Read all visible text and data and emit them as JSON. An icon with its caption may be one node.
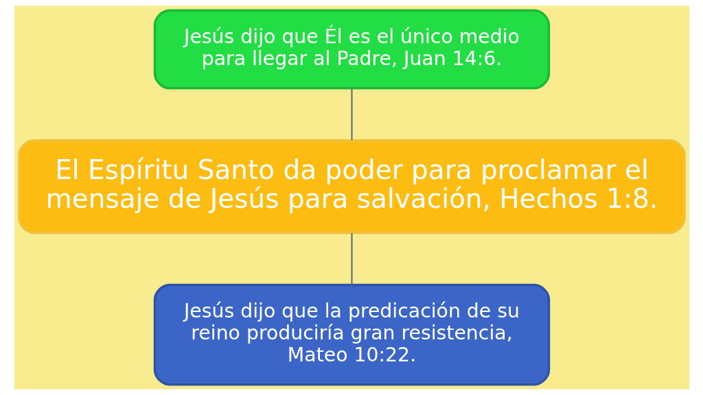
{
  "diagram": {
    "nodes": [
      {
        "text": [
          "Jesús dijo que Él es el único medio para llegar al Padre, Juan 14:6."
        ]
      },
      {
        "text": [
          "El Espíritu Santo da poder para proclamar el mensaje de Jesús para salvación, Hechos 1:8."
        ]
      },
      {
        "text": [
          "Jesús dijo que la predicación de su reino produciría gran resistencia, Mateo 10:22."
        ]
      }
    ],
    "edges": [
      {
        "from": 0,
        "to": 1,
        "arrow": "none"
      },
      {
        "from": 1,
        "to": 2,
        "arrow": "none"
      }
    ]
  }
}
